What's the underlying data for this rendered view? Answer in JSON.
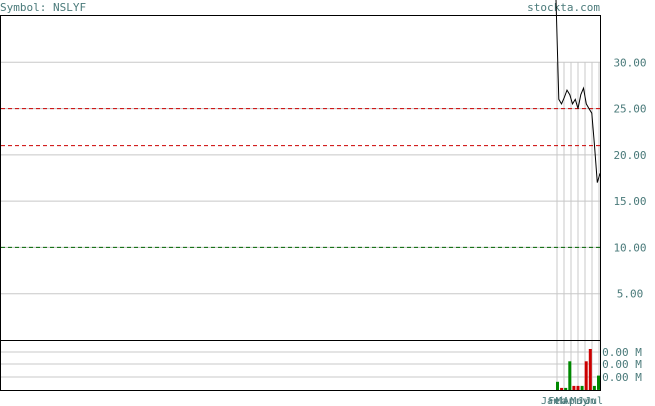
{
  "header": {
    "symbol_label": "Symbol: NSLYF",
    "brand": "stockta.com"
  },
  "chart_data": [
    {
      "type": "line",
      "name": "price-chart",
      "y_ticks": [
        "5.00",
        "10.00",
        "15.00",
        "20.00",
        "25.00",
        "30.00"
      ],
      "ylim": [
        0,
        35
      ],
      "grid": true,
      "x_ticks": [
        "Jan",
        "Feb",
        "Mar",
        "Apr",
        "May",
        "Jun",
        "Jul"
      ],
      "series": [
        {
          "values": [
            38,
            26,
            25.5,
            26.2,
            27,
            26.5,
            25.5,
            26,
            25,
            26.5,
            27.2,
            25.5,
            25,
            24.5,
            21,
            17,
            18
          ]
        }
      ],
      "reference_lines": [
        {
          "value": 25.0,
          "color": "#cc0000",
          "style": "dashed"
        },
        {
          "value": 21.0,
          "color": "#cc0000",
          "style": "dashed"
        },
        {
          "value": 10.0,
          "color": "#006600",
          "style": "dashed"
        }
      ],
      "line_color": "#000000"
    },
    {
      "type": "bar",
      "name": "volume-chart",
      "y_ticks": [
        "0.00 M",
        "0.00 M",
        "0.00 M"
      ],
      "series": [
        {
          "values": [
            0.2,
            0.05,
            0.05,
            0.7,
            0.1,
            0.1,
            0.1,
            0.7,
            1.0,
            0.1,
            0.35
          ],
          "colors": [
            "#008800",
            "#cc0000",
            "#008800",
            "#008800",
            "#cc0000",
            "#cc0000",
            "#008800",
            "#cc0000",
            "#cc0000",
            "#008800",
            "#008800"
          ]
        }
      ]
    }
  ]
}
